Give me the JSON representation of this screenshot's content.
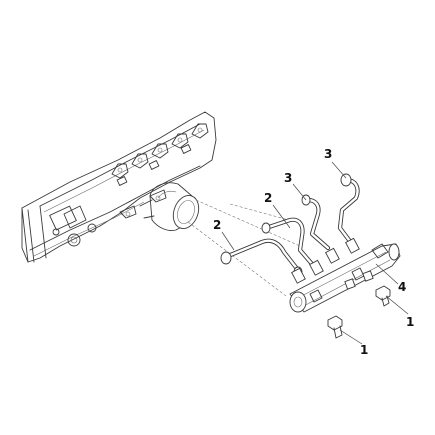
{
  "callouts": [
    {
      "id": "c1a",
      "label": "1"
    },
    {
      "id": "c1b",
      "label": "1"
    },
    {
      "id": "c2a",
      "label": "2"
    },
    {
      "id": "c2b",
      "label": "2"
    },
    {
      "id": "c3a",
      "label": "3"
    },
    {
      "id": "c3b",
      "label": "3"
    },
    {
      "id": "c4",
      "label": "4"
    }
  ],
  "colors": {
    "line": "#3a3a3a",
    "background": "#ffffff"
  }
}
